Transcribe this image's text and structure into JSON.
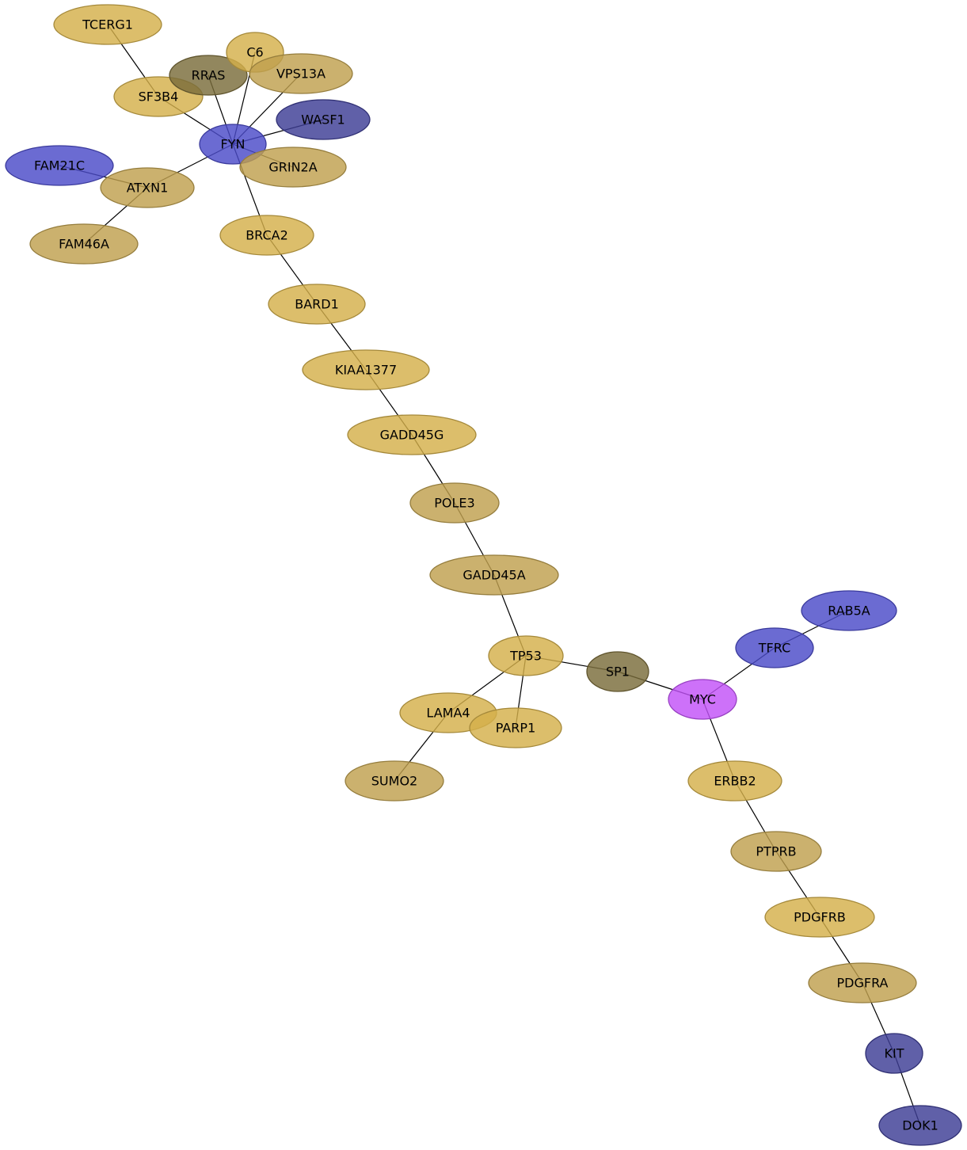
{
  "colors": {
    "gold": "#d4b04a",
    "khaki": "#bfa04e",
    "olive": "#7a6c3a",
    "blue": "#4a4ac8",
    "navy": "#3d3d95",
    "magenta": "#c252f8",
    "edge": "#000000"
  },
  "nodes": [
    {
      "id": "TCERG1",
      "label": "TCERG1",
      "color": "gold"
    },
    {
      "id": "SF3B4",
      "label": "SF3B4",
      "color": "gold"
    },
    {
      "id": "RRAS",
      "label": "RRAS",
      "color": "olive"
    },
    {
      "id": "C6",
      "label": "C6",
      "color": "gold"
    },
    {
      "id": "VPS13A",
      "label": "VPS13A",
      "color": "khaki"
    },
    {
      "id": "WASF1",
      "label": "WASF1",
      "color": "navy"
    },
    {
      "id": "FYN",
      "label": "FYN",
      "color": "blue"
    },
    {
      "id": "GRIN2A",
      "label": "GRIN2A",
      "color": "khaki"
    },
    {
      "id": "FAM21C",
      "label": "FAM21C",
      "color": "blue"
    },
    {
      "id": "ATXN1",
      "label": "ATXN1",
      "color": "khaki"
    },
    {
      "id": "FAM46A",
      "label": "FAM46A",
      "color": "khaki"
    },
    {
      "id": "BRCA2",
      "label": "BRCA2",
      "color": "gold"
    },
    {
      "id": "BARD1",
      "label": "BARD1",
      "color": "gold"
    },
    {
      "id": "KIAA1377",
      "label": "KIAA1377",
      "color": "gold"
    },
    {
      "id": "GADD45G",
      "label": "GADD45G",
      "color": "gold"
    },
    {
      "id": "POLE3",
      "label": "POLE3",
      "color": "khaki"
    },
    {
      "id": "GADD45A",
      "label": "GADD45A",
      "color": "khaki"
    },
    {
      "id": "TP53",
      "label": "TP53",
      "color": "gold"
    },
    {
      "id": "SP1",
      "label": "SP1",
      "color": "olive"
    },
    {
      "id": "MYC",
      "label": "MYC",
      "color": "magenta"
    },
    {
      "id": "TFRC",
      "label": "TFRC",
      "color": "blue"
    },
    {
      "id": "RAB5A",
      "label": "RAB5A",
      "color": "blue"
    },
    {
      "id": "LAMA4",
      "label": "LAMA4",
      "color": "gold"
    },
    {
      "id": "PARP1",
      "label": "PARP1",
      "color": "gold"
    },
    {
      "id": "SUMO2",
      "label": "SUMO2",
      "color": "khaki"
    },
    {
      "id": "ERBB2",
      "label": "ERBB2",
      "color": "gold"
    },
    {
      "id": "PTPRB",
      "label": "PTPRB",
      "color": "khaki"
    },
    {
      "id": "PDGFRB",
      "label": "PDGFRB",
      "color": "gold"
    },
    {
      "id": "PDGFRA",
      "label": "PDGFRA",
      "color": "khaki"
    },
    {
      "id": "KIT",
      "label": "KIT",
      "color": "navy"
    },
    {
      "id": "DOK1",
      "label": "DOK1",
      "color": "navy"
    }
  ],
  "edges": [
    [
      "TCERG1",
      "SF3B4"
    ],
    [
      "SF3B4",
      "FYN"
    ],
    [
      "RRAS",
      "FYN"
    ],
    [
      "C6",
      "FYN"
    ],
    [
      "VPS13A",
      "FYN"
    ],
    [
      "WASF1",
      "FYN"
    ],
    [
      "GRIN2A",
      "FYN"
    ],
    [
      "FAM21C",
      "ATXN1"
    ],
    [
      "ATXN1",
      "FYN"
    ],
    [
      "FAM46A",
      "ATXN1"
    ],
    [
      "FYN",
      "BRCA2"
    ],
    [
      "BRCA2",
      "BARD1"
    ],
    [
      "BARD1",
      "KIAA1377"
    ],
    [
      "KIAA1377",
      "GADD45G"
    ],
    [
      "GADD45G",
      "POLE3"
    ],
    [
      "POLE3",
      "GADD45A"
    ],
    [
      "GADD45A",
      "TP53"
    ],
    [
      "TP53",
      "SP1"
    ],
    [
      "TP53",
      "LAMA4"
    ],
    [
      "TP53",
      "PARP1"
    ],
    [
      "LAMA4",
      "SUMO2"
    ],
    [
      "SP1",
      "MYC"
    ],
    [
      "MYC",
      "TFRC"
    ],
    [
      "TFRC",
      "RAB5A"
    ],
    [
      "MYC",
      "ERBB2"
    ],
    [
      "ERBB2",
      "PTPRB"
    ],
    [
      "PTPRB",
      "PDGFRB"
    ],
    [
      "PDGFRB",
      "PDGFRA"
    ],
    [
      "PDGFRA",
      "KIT"
    ],
    [
      "KIT",
      "DOK1"
    ]
  ]
}
